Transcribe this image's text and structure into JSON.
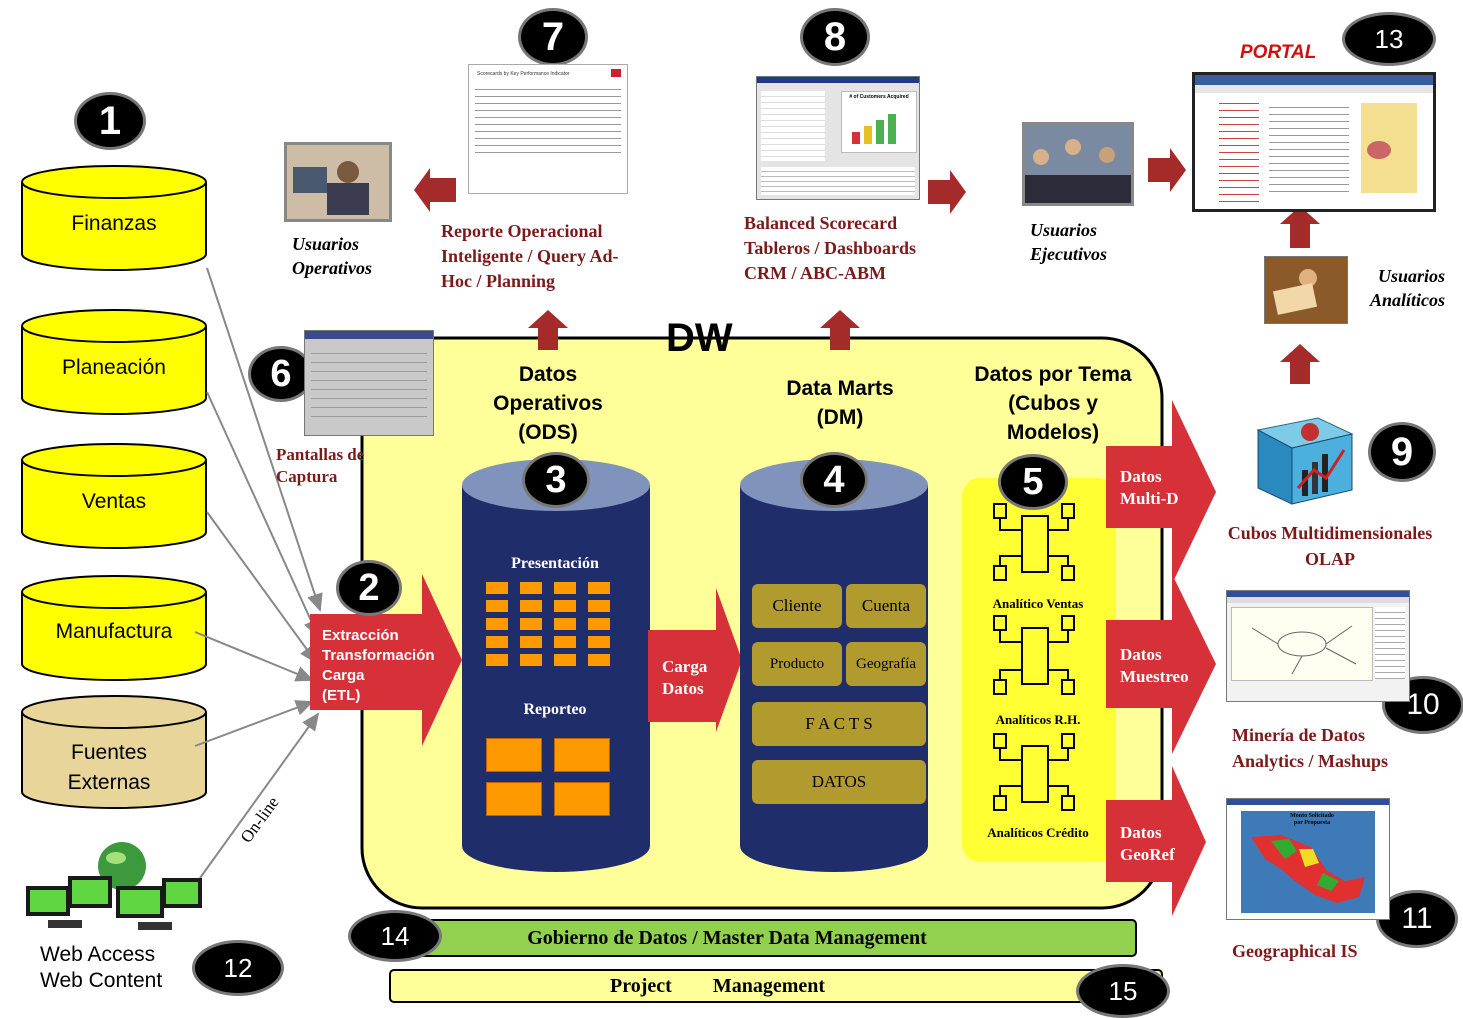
{
  "diagram": {
    "dw_label": "DW",
    "sources": [
      "Finanzas",
      "Planeación",
      "Ventas",
      "Manufactura",
      "Fuentes Externas"
    ],
    "web_source": [
      "Web Access",
      "Web Content"
    ],
    "online_label": "On-line",
    "etl": {
      "num": "2",
      "lines": [
        "Extracción",
        "Transformación",
        "Carga",
        "(ETL)"
      ]
    },
    "capture": {
      "num": "6",
      "lines": [
        "Pantallas de",
        "Captura"
      ]
    },
    "ods": {
      "num": "3",
      "header": [
        "Datos",
        "Operativos",
        "(ODS)"
      ],
      "presentacion": "Presentación",
      "reporteo": "Reporteo"
    },
    "carga": [
      "Carga",
      "Datos"
    ],
    "dm": {
      "num": "4",
      "header": [
        "Data Marts",
        "(DM)"
      ],
      "boxes": [
        "Cliente",
        "Cuenta",
        "Producto",
        "Geografía",
        "F A C T S",
        "DATOS"
      ]
    },
    "cubes": {
      "num": "5",
      "header": [
        "Datos por Tema",
        "(Cubos y",
        "Modelos)"
      ],
      "items": [
        "Analítico Ventas",
        "Analíticos R.H.",
        "Analíticos Crédito"
      ]
    },
    "outputs": [
      {
        "label": [
          "Datos",
          "Multi-D"
        ]
      },
      {
        "label": [
          "Datos",
          "Muestreo"
        ]
      },
      {
        "label": [
          "Datos",
          "GeoRef"
        ]
      }
    ],
    "olap": {
      "num": "9",
      "lines": [
        "Cubos Multidimensionales",
        "OLAP"
      ]
    },
    "mining": {
      "num": "10",
      "lines": [
        "Minería de Datos",
        "Analytics / Mashups"
      ]
    },
    "gis": {
      "num": "11",
      "lines": [
        "Geographical IS"
      ]
    },
    "web_num": "12",
    "portal": {
      "num": "13",
      "title": "PORTAL"
    },
    "governance": {
      "num": "14",
      "text": "Gobierno de Datos / Master Data Management"
    },
    "project": {
      "num": "15",
      "text_a": "Project",
      "text_b": "Management"
    },
    "num1": "1",
    "report": {
      "num": "7",
      "lines": [
        "Reporte Operacional",
        "Inteligente / Query Ad-",
        "Hoc / Planning"
      ],
      "screenshot_title": "Scorecards by Key Performance Indicator"
    },
    "bsc": {
      "num": "8",
      "lines": [
        "Balanced Scorecard",
        "Tableros / Dashboards",
        "CRM / ABC-ABM"
      ],
      "chart_title": "# of Customers Acquired"
    },
    "users_operativos": [
      "Usuarios",
      "Operativos"
    ],
    "users_ejecutivos": [
      "Usuarios",
      "Ejecutivos"
    ],
    "users_analiticos": [
      "Usuarios",
      "Analíticos"
    ],
    "gis_map_title": [
      "Monto Solicitado",
      "por Propuesta"
    ]
  },
  "colors": {
    "red_arrow": "#d63038",
    "dark_red": "#a52a2a",
    "yellow": "#ffff00",
    "dw_bg": "#ffff99",
    "navy": "#1f2d6b",
    "gold": "#b19b2e",
    "green": "#92d050"
  }
}
